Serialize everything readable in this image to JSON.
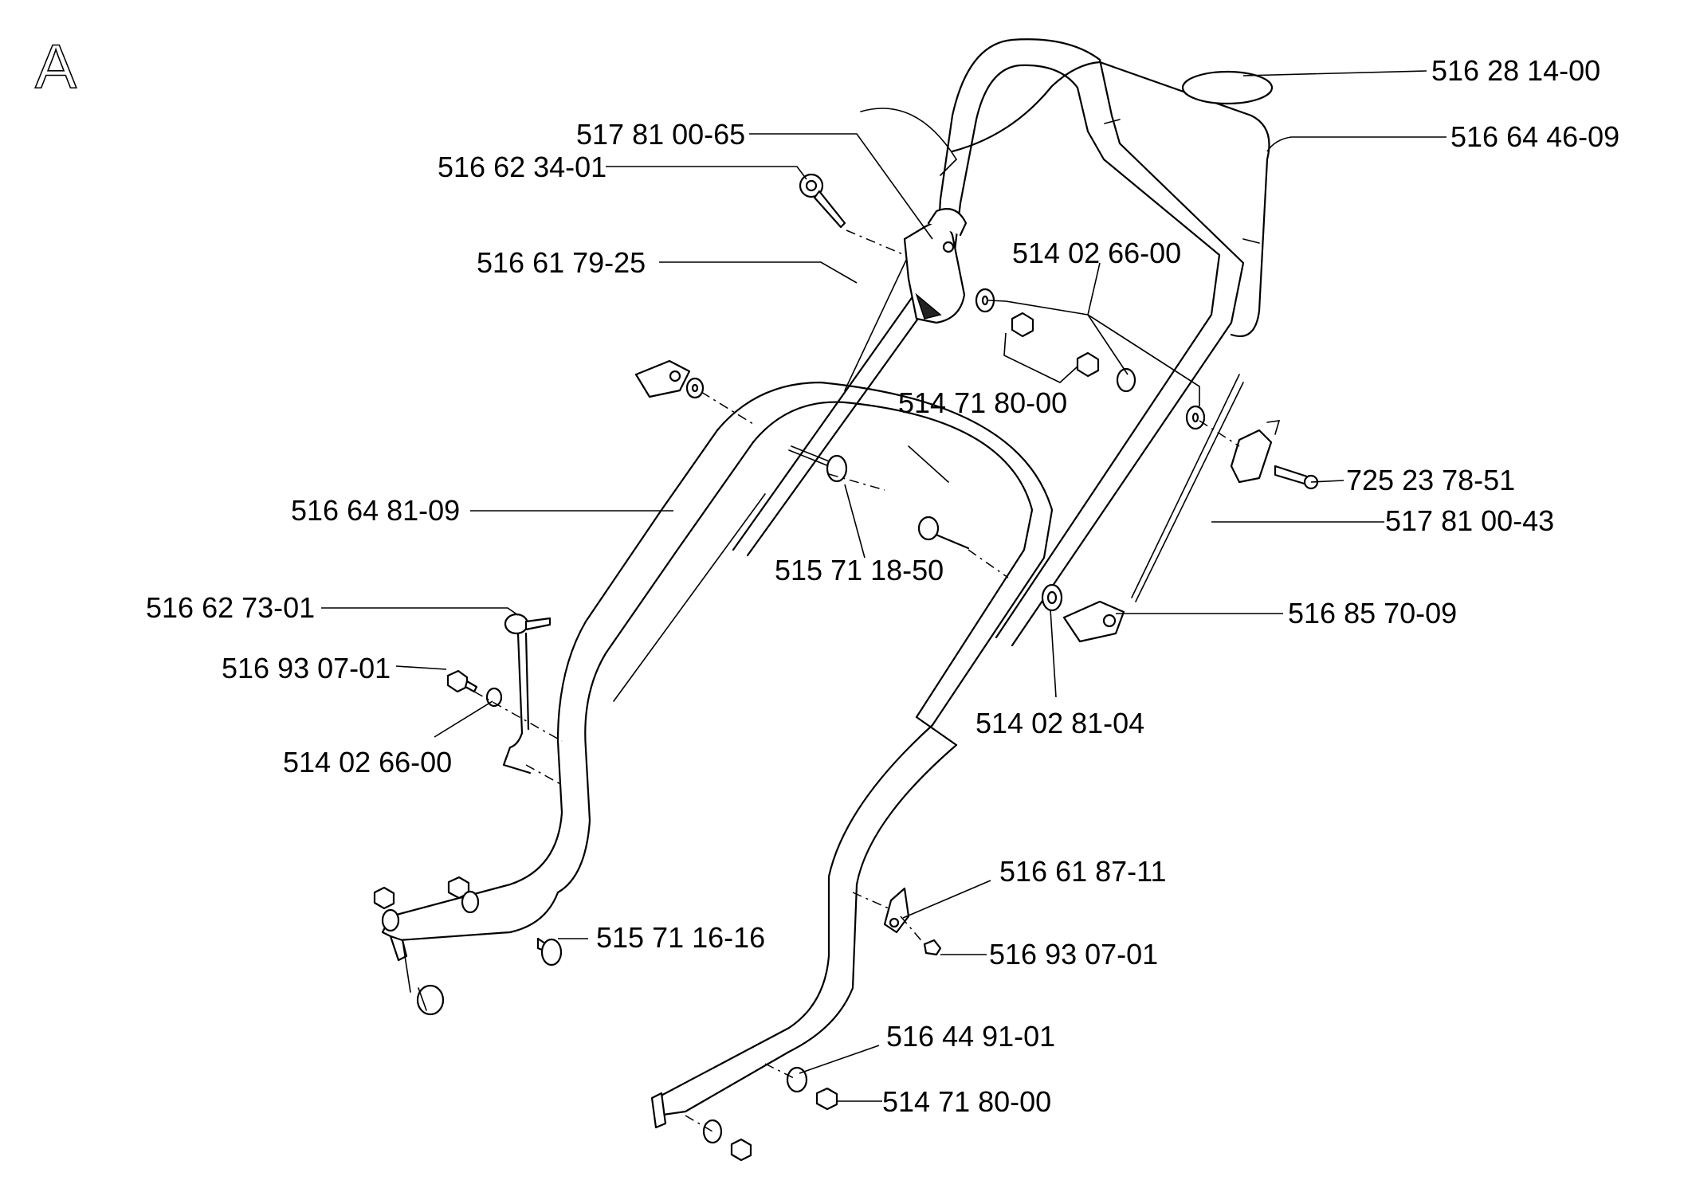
{
  "section_letter": "A",
  "labels": [
    {
      "id": "516-28-14-00",
      "text": "516 28 14-00"
    },
    {
      "id": "516-64-46-09",
      "text": "516 64 46-09"
    },
    {
      "id": "517-81-00-65",
      "text": "517 81 00-65"
    },
    {
      "id": "516-62-34-01",
      "text": "516 62 34-01"
    },
    {
      "id": "516-61-79-25",
      "text": "516 61 79-25"
    },
    {
      "id": "514-02-66-00-top",
      "text": "514 02 66-00"
    },
    {
      "id": "514-71-80-00-top",
      "text": "514 71 80-00"
    },
    {
      "id": "725-23-78-51",
      "text": "725 23 78-51"
    },
    {
      "id": "517-81-00-43",
      "text": "517 81 00-43"
    },
    {
      "id": "516-64-81-09",
      "text": "516 64 81-09"
    },
    {
      "id": "515-71-18-50",
      "text": "515 71 18-50"
    },
    {
      "id": "516-85-70-09",
      "text": "516 85 70-09"
    },
    {
      "id": "516-62-73-01",
      "text": "516 62 73-01"
    },
    {
      "id": "516-93-07-01-left",
      "text": "516 93 07-01"
    },
    {
      "id": "514-02-66-00-left",
      "text": "514 02 66-00"
    },
    {
      "id": "514-02-81-04",
      "text": "514 02 81-04"
    },
    {
      "id": "516-61-87-11",
      "text": "516 61 87-11"
    },
    {
      "id": "515-71-16-16",
      "text": "515 71 16-16"
    },
    {
      "id": "516-93-07-01-right",
      "text": "516 93 07-01"
    },
    {
      "id": "516-44-91-01",
      "text": "516 44 91-01"
    },
    {
      "id": "514-71-80-00-bottom",
      "text": "514 71 80-00"
    }
  ]
}
